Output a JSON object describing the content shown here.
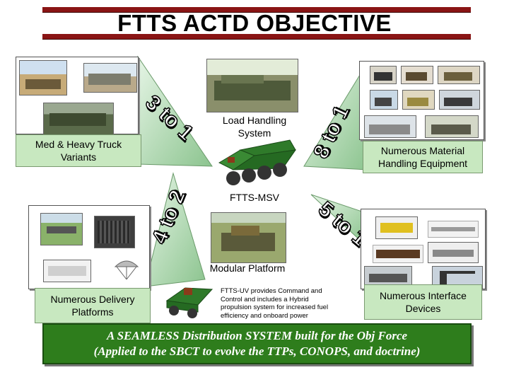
{
  "title": "FTTS ACTD OBJECTIVE",
  "ratios": {
    "top_left": "3 to 1",
    "top_right": "8 to 1",
    "bottom_left": "4 to 2",
    "bottom_right": "5 to 1"
  },
  "labels": {
    "load_handling": [
      "Load Handling",
      "System"
    ],
    "truck_variants": [
      "Med & Heavy Truck",
      "Variants"
    ],
    "material_handling": [
      "Numerous Material",
      "Handling Equipment"
    ],
    "msv": "FTTS-MSV",
    "modular_platform": "Modular Platform",
    "delivery_platforms": [
      "Numerous Delivery",
      "Platforms"
    ],
    "interface_devices": [
      "Numerous Interface",
      "Devices"
    ],
    "uv_description": [
      "FTTS-UV provides Command and",
      "Control and includes a Hybrid",
      "propulsion system for increased fuel",
      "efficiency and onboard power"
    ]
  },
  "banner": {
    "line1": "A SEAMLESS Distribution SYSTEM built for the Obj Force",
    "line2": "(Applied to the SBCT to evolve the TTPs, CONOPS, and doctrine)"
  },
  "colors": {
    "title_bar": "#8a1515",
    "panel_green": "#c8e8c0",
    "wedge_green": "#9fd0a0",
    "banner_green": "#2e7d1c",
    "vehicle_green": "#2f7a2a"
  }
}
